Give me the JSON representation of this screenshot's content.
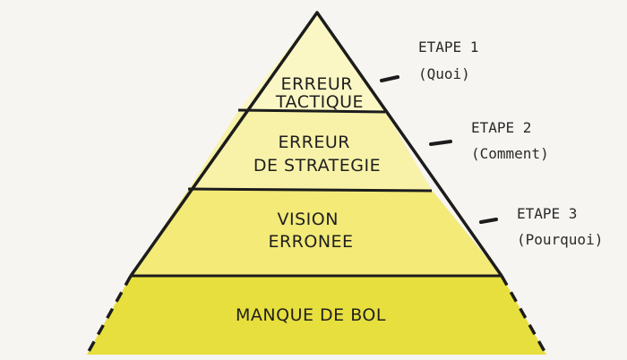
{
  "pyramid": {
    "levels": [
      {
        "lines": [
          "ERREUR",
          "TACTIQUE"
        ],
        "fill": "#fbf7c4"
      },
      {
        "lines": [
          "ERREUR",
          "DE STRATEGIE"
        ],
        "fill": "#f8f2a9"
      },
      {
        "lines": [
          "VISION",
          "ERRONEE"
        ],
        "fill": "#f3ea78"
      },
      {
        "lines": [
          "MANQUE DE BOL"
        ],
        "fill": "#e7df3d"
      }
    ]
  },
  "steps": [
    {
      "title": "ETAPE 1",
      "subtitle": "(Quoi)"
    },
    {
      "title": "ETAPE 2",
      "subtitle": "(Comment)"
    },
    {
      "title": "ETAPE 3",
      "subtitle": "(Pourquoi)"
    }
  ],
  "colors": {
    "outline": "#1c1c1c",
    "background": "#f6f5f1"
  }
}
